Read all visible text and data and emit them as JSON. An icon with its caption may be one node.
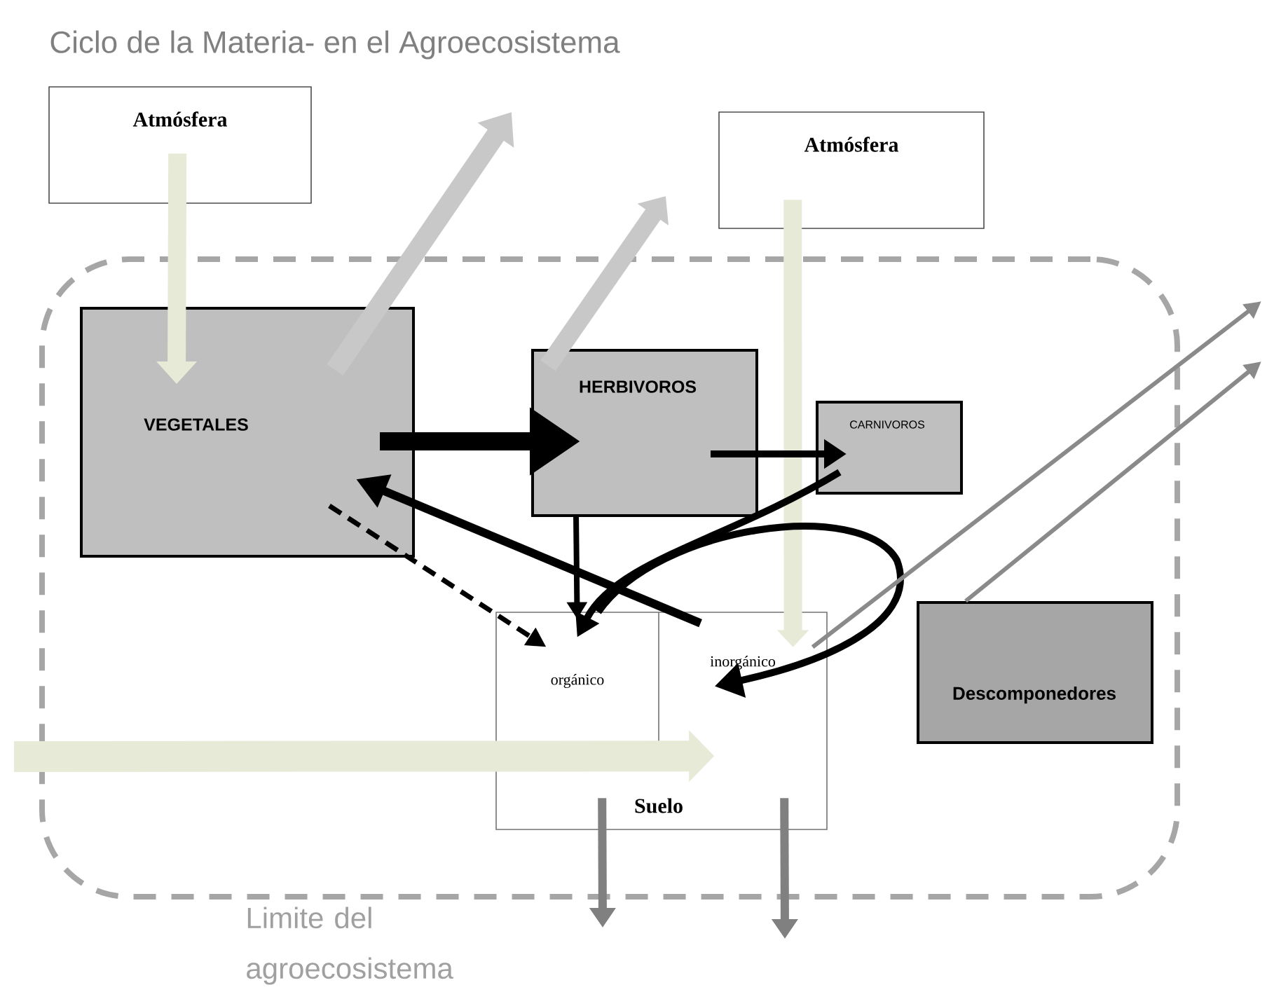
{
  "diagram": {
    "title": "Ciclo de la Materia- en el Agroecosistema",
    "nodes": [
      {
        "text": [
          "Atmósfera"
        ]
      },
      {
        "text": [
          "Atmósfera"
        ]
      },
      {
        "text": [
          "Limite del agroecosistema"
        ]
      },
      {
        "text": [
          "VEGETALES"
        ],
        "in": 2
      },
      {
        "text": [
          "HERBIVOROS"
        ],
        "in": 2
      },
      {
        "text": [
          "CARNIVOROS"
        ],
        "in": 2
      },
      {
        "text": [
          "Suelo"
        ],
        "in": 2
      },
      {
        "text": [
          "orgánico"
        ],
        "in": 6
      },
      {
        "text": [
          "inorgánico"
        ],
        "in": 6
      },
      {
        "text": [
          "Descomponedores"
        ],
        "in": 2
      }
    ],
    "edges": [
      {
        "from": 0,
        "to": 3,
        "arrow": "to",
        "style": "thick",
        "color": "#e6ead6"
      },
      {
        "from": 3,
        "to": null,
        "arrow": "to",
        "style": "thick",
        "color": "#c8c8c8"
      },
      {
        "from": 4,
        "to": null,
        "arrow": "to",
        "style": "thick",
        "color": "#c8c8c8"
      },
      {
        "from": 1,
        "to": 8,
        "arrow": "to",
        "style": "thick",
        "color": "#e6ead6"
      },
      {
        "from": 3,
        "to": 4,
        "arrow": "to",
        "style": "thick"
      },
      {
        "from": 4,
        "to": 5,
        "arrow": "to"
      },
      {
        "from": 3,
        "to": 7,
        "arrow": "to",
        "style": "dashed"
      },
      {
        "from": 8,
        "to": 3,
        "arrow": "to"
      },
      {
        "from": 5,
        "to": 7,
        "arrow": "to"
      },
      {
        "from": 7,
        "to": 8,
        "arrow": "to"
      },
      {
        "from": 4,
        "to": 7,
        "arrow": "to"
      },
      {
        "from": 8,
        "to": null,
        "arrow": "to",
        "color": "#8a8a8a"
      },
      {
        "from": 9,
        "to": null,
        "arrow": "to",
        "color": "#8a8a8a"
      },
      {
        "from": null,
        "to": 6,
        "arrow": "to",
        "style": "thick",
        "color": "#e6ead6"
      },
      {
        "from": 6,
        "to": null,
        "arrow": "to",
        "color": "#808080"
      },
      {
        "from": 6,
        "to": null,
        "arrow": "to",
        "color": "#808080"
      }
    ]
  }
}
